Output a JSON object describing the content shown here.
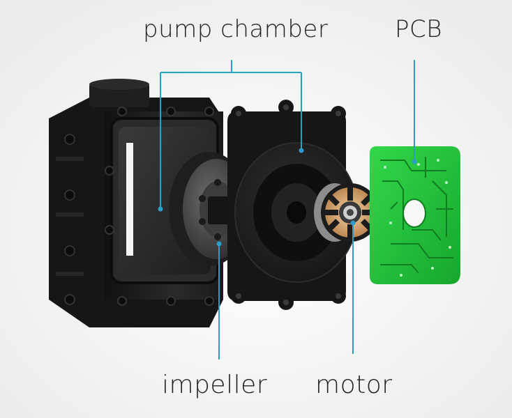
{
  "labels": {
    "pump_chamber": "pump chamber",
    "pcb": "PCB",
    "impeller": "impeller",
    "motor": "motor"
  },
  "colors": {
    "background": "#f7f7f7",
    "leader_line": "#2a9ec9",
    "housing": "#1c1c1c",
    "pcb_green": "#22c43a",
    "motor_copper": "#d9a66b"
  },
  "icons": {
    "pump_housing": "pump-housing-icon",
    "impeller": "impeller-icon",
    "cover_plate": "cover-plate-icon",
    "motor": "motor-icon",
    "pcb": "pcb-icon"
  }
}
